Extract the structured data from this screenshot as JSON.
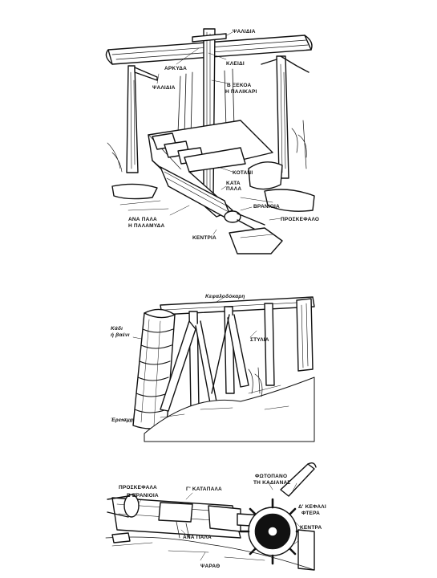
{
  "figure_top": {
    "labels": {
      "psalidia_top": "ΨΑΛΙΔΙΑ",
      "arkoudha": "ΑΡΚΥΔΑ",
      "kleidi": "ΚΛΕΙΔΙ",
      "psalidia_left": "ΨΑΛΙΔΙΑ",
      "xerosi_1": "Β ΞΕΚΟΑ",
      "xerosi_2": "Η ΠΑΛΙΚΑΡΙ",
      "kotani": "ΚΟΤΑΝΙ",
      "katapala_1": "ΚΑΤΑ",
      "katapala_2": "ΠΑΛΑ",
      "anapala_1": "ΑΝΑ ΠΑΛΑ",
      "anapala_2": "Η ΠΑΛΑΜΥΔΑ",
      "vranioia": "ΒΡΑΝΙΟΙΑ",
      "kentro": "ΚΕΝΤΡΙΑ",
      "proskefalo": "ΠΡΟΣΚΕΦΑΛΟ"
    }
  },
  "figure_middle": {
    "labels": {
      "kefalodokari": "Κεφαλοδόκαρη",
      "kadi_1": "Κάδι",
      "kadi_2": "ή βαένι",
      "stylia": "ΣΤΥΛΙΑ",
      "erisma": "Έρεισμα"
    }
  },
  "figure_bottom": {
    "labels": {
      "proskefala": "ΠΡΟΣΚΕΦΑΛΑ",
      "vranioia": "Β ΒΡΑΝΙΟΙΑ",
      "katapala": "Γ' ΚΑΤΑΠΑΛΑ",
      "anapala": "ΑΝΑ ΠΑΛΑ",
      "psarath": "ΨΑΡΑΘ",
      "fotopano_1": "ΦΩΤΟΠΑΝΟ",
      "fotopano_2": "ΤΗ ΚΑΔΙΑΝΑΣ",
      "kefali_1": "Δ' ΚΕΦΑΛΙ",
      "kefali_2": "ΦΤΕΡΑ",
      "kentra": "ΚΕΝΤΡΑ"
    }
  }
}
